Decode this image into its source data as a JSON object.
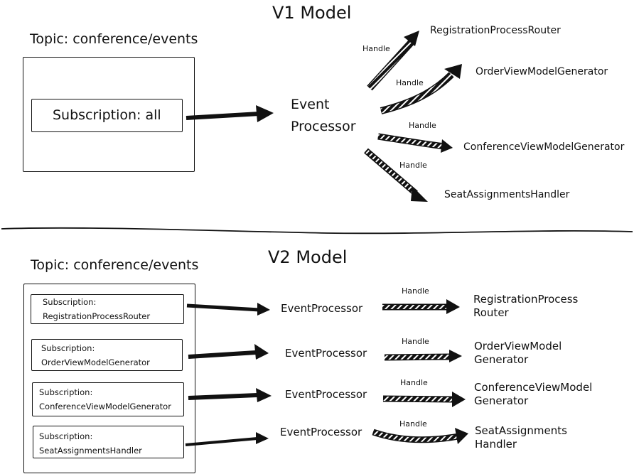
{
  "v1": {
    "title": "V1 Model",
    "topic": "Topic: conference/events",
    "subscription": "Subscription: all",
    "processor_line1": "Event",
    "processor_line2": "Processor",
    "handle_label": "Handle",
    "targets": [
      "RegistrationProcessRouter",
      "OrderViewModelGenerator",
      "ConferenceViewModelGenerator",
      "SeatAssignmentsHandler"
    ]
  },
  "v2": {
    "title": "V2 Model",
    "topic": "Topic: conference/events",
    "subscription_prefix": "Subscription:",
    "handle_label": "Handle",
    "rows": [
      {
        "subscription": "RegistrationProcessRouter",
        "processor": "EventProcessor",
        "target": "RegistrationProcess Router"
      },
      {
        "subscription": "OrderViewModelGenerator",
        "processor": "EventProcessor",
        "target": "OrderViewModel Generator"
      },
      {
        "subscription": "ConferenceViewModelGenerator",
        "processor": "EventProcessor",
        "target": "ConferenceViewModel Generator"
      },
      {
        "subscription": "SeatAssignmentsHandler",
        "processor": "EventProcessor",
        "target": "SeatAssignments Handler"
      }
    ]
  }
}
